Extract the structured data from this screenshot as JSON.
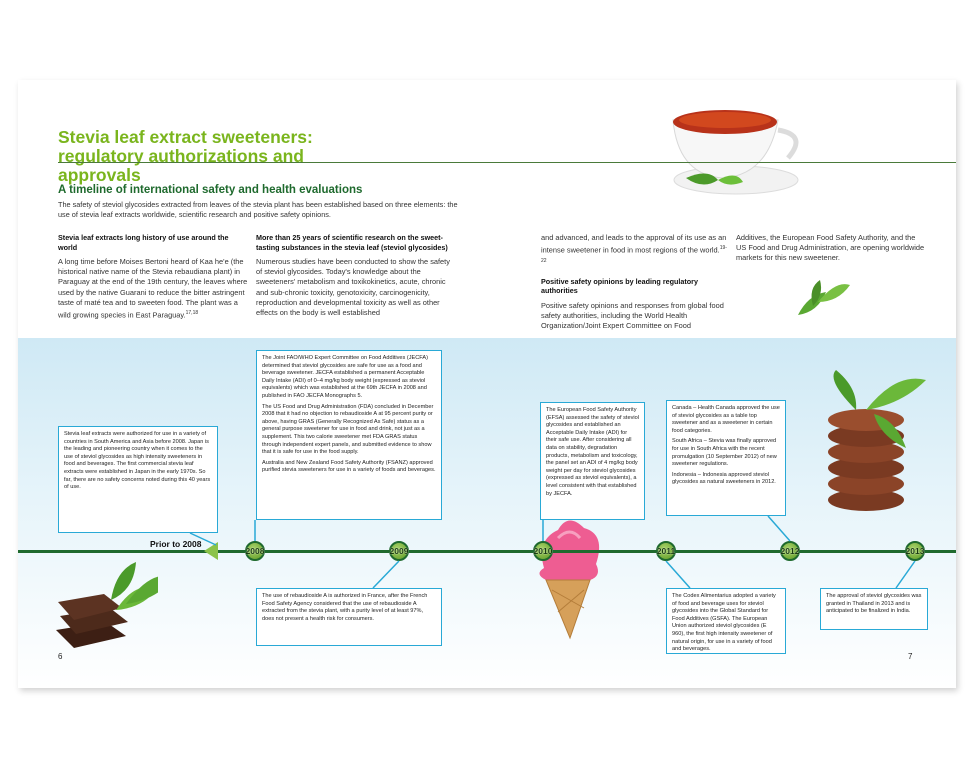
{
  "header": {
    "title": "Stevia leaf extract sweeteners: regulatory authorizations and approvals",
    "subtitle": "A timeline of international safety and health evaluations",
    "intro": "The safety of steviol glycosides extracted from leaves of the stevia plant has been established based on three elements: the use of stevia leaf extracts worldwide, scientific research and positive safety opinions."
  },
  "columns": [
    {
      "heading": "Stevia leaf extracts long history of use around the world",
      "body": "A long time before Moises Bertoni heard of Kaa he'e (the historical native name of the Stevia rebaudiana plant) in Paraguay at the end of the 19th century, the leaves where used by the native Guarani to reduce the bitter astringent taste of maté tea and to sweeten food. The plant was a wild growing species in East Paraguay.",
      "ref": "17,18"
    },
    {
      "heading": "More than 25 years of scientific research on the sweet-tasting substances in the stevia leaf (steviol glycosides)",
      "body": "Numerous studies have been conducted to show the safety of steviol glycosides. Today's knowledge about the sweeteners' metabolism and toxikokinetics, acute, chronic and sub-chronic toxicity, genotoxicity, carcinogenicity, reproduction and developmental toxicity as well as other effects on the body is well established"
    },
    {
      "body": "and advanced, and leads to the approval of its use as an intense sweetener in food in most regions of the world.",
      "ref": "19-22",
      "heading2": "Positive safety opinions by leading regulatory authorities",
      "body2": "Positive safety opinions and responses from global food safety authorities, including the World Health Organization/Joint Expert Committee on Food"
    },
    {
      "body": "Additives, the European Food Safety Authority, and the US Food and Drug Administration, are opening worldwide markets for this new sweetener."
    }
  ],
  "timeline": {
    "prior_label": "Prior to 2008",
    "years": [
      "2008",
      "2009",
      "2010",
      "2011",
      "2012",
      "2013"
    ],
    "boxes": {
      "prior": "Stevia leaf extracts were authorized for use in a variety of countries in South America and Asia before 2008. Japan is the leading and pioneering country when it comes to the use of steviol glycosides as high intensity sweeteners in food and beverages. The first commercial stevia leaf extracts were established in Japan in the early 1970s. So far, there are no safety concerns noted during this 40 years of use.",
      "y2008": [
        "The Joint FAO/WHO Expert Committee on Food Additives (JECFA) determined that steviol glycosides are safe for use as a food and beverage sweetener. JECFA established a permanent Acceptable Daily Intake (ADI) of 0–4 mg/kg body weight (expressed as steviol equivalents) which was established at the 69th JECFA in 2008 and published in FAO JECFA Monographs 5.",
        "The US Food and Drug Administration (FDA) concluded in December 2008 that it had no objection to rebaudioside A at 95 percent purity or above, having GRAS (Generally Recognized As Safe) status as a general purpose sweetener for use in food and drink, not just as a supplement. This two calorie sweetener met FDA GRAS status through independent expert panels, and submitted evidence to show that it is safe for use in the food supply.",
        "Australia and New Zealand Food Safety Authority (FSANZ) approved purified stevia sweeteners for use in a variety of foods and beverages."
      ],
      "y2009": "The use of rebaudioside A is authorized in France, after the French Food Safety Agency considered that the use of rebaudioside A extracted from the stevia plant, with a purity level of at least 97%, does not present a health risk for consumers.",
      "y2010": "The European Food Safety Authority (EFSA) assessed the safety of steviol glycosides and established an Acceptable Daily Intake (ADI) for their safe use. After considering all data on stability, degradation products, metabolism and toxicology, the panel set an ADI of 4 mg/kg body weight per day for steviol glycosides (expressed as steviol equivalents), a level consistent with that established by JECFA.",
      "y2011": "The Codex Alimentarius adopted a variety of food and beverage uses for steviol glycosides into the Global Standard for Food Additives (GSFA). The European Union authorized steviol glycosides (E 960), the first high intensity sweetener of natural origin, for use in a variety of food and beverages.",
      "y2012": [
        "Canada – Health Canada approved the use of steviol glycosides as a table top sweetener and as a sweetener in certain food categories.",
        "South Africa – Stevia was finally approved for use in South Africa with the recent promulgation (10 September 2012) of new sweetener regulations.",
        "Indonesia – Indonesia approved steviol glycosides as natural sweeteners in 2012."
      ],
      "y2013": "The approval of steviol glycosides was granted in Thailand in 2013 and is anticipated to be finalized in India."
    }
  },
  "pages": {
    "left": "6",
    "right": "7"
  },
  "colors": {
    "title": "#7ab51d",
    "subtitle": "#1f6a2e",
    "box_border": "#29a9d6",
    "timeline": "#1f6a2e"
  }
}
